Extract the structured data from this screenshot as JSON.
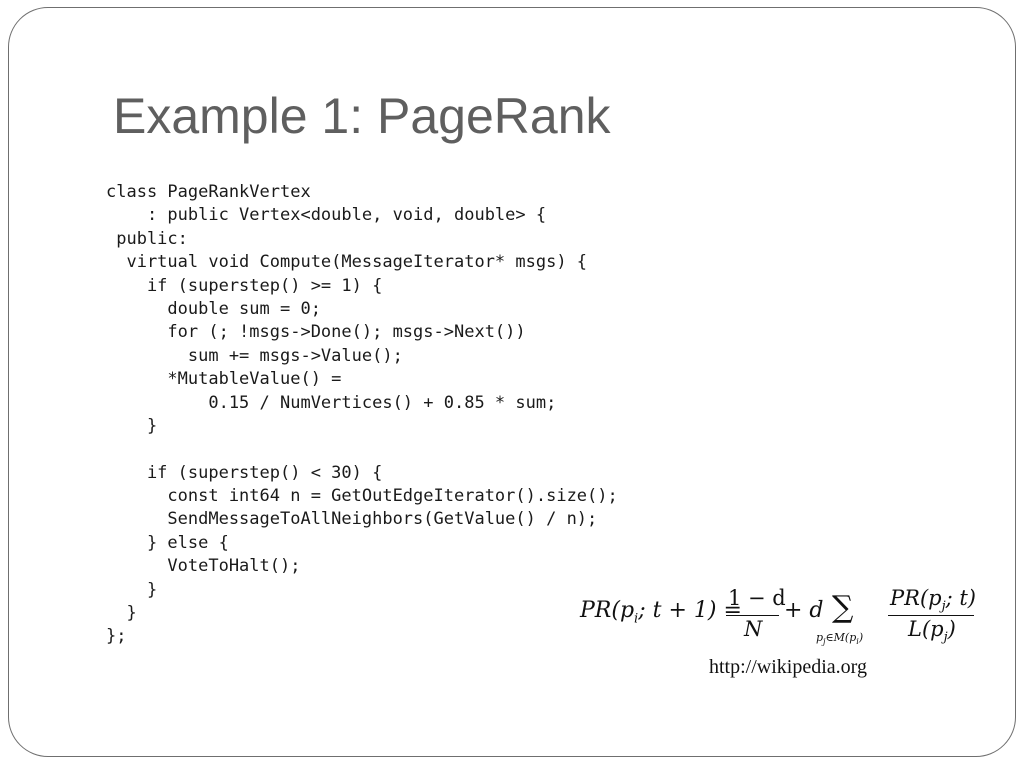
{
  "slide": {
    "title": "Example 1: PageRank",
    "code_lines": [
      "class PageRankVertex",
      "    : public Vertex<double, void, double> {",
      " public:",
      "  virtual void Compute(MessageIterator* msgs) {",
      "    if (superstep() >= 1) {",
      "      double sum = 0;",
      "      for (; !msgs->Done(); msgs->Next())",
      "        sum += msgs->Value();",
      "      *MutableValue() =",
      "          0.15 / NumVertices() + 0.85 * sum;",
      "    }",
      "",
      "    if (superstep() < 30) {",
      "      const int64 n = GetOutEdgeIterator().size();",
      "      SendMessageToAllNeighbors(GetValue() / n);",
      "    } else {",
      "      VoteToHalt();",
      "    }",
      "  }",
      "};"
    ],
    "formula": {
      "lhs": "PR(p",
      "lhs_sub": "i",
      "lhs_rest": "; t + 1) =",
      "frac1_num": "1 − d",
      "frac1_den": "N",
      "plus_d": "+ d",
      "sigma": "∑",
      "sigma_sub": "p",
      "sigma_sub_j": "j",
      "sigma_sub_rest": "∈M(p",
      "sigma_sub_i": "i",
      "sigma_sub_close": ")",
      "frac2_num": "PR(p",
      "frac2_num_sub": "j",
      "frac2_num_rest": "; t)",
      "frac2_den": "L(p",
      "frac2_den_sub": "j",
      "frac2_den_rest": ")"
    },
    "source": "http://wikipedia.org"
  }
}
